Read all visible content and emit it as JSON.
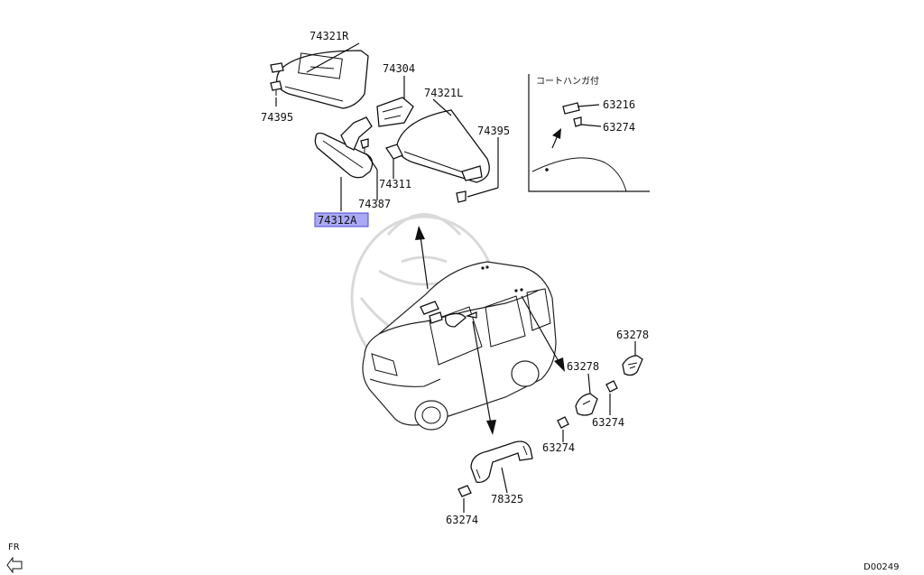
{
  "labels": {
    "p74321R": "74321R",
    "p74304": "74304",
    "p74321L": "74321L",
    "p74395_left": "74395",
    "p74395_right": "74395",
    "p74311": "74311",
    "p74387": "74387",
    "p74312A": "74312A",
    "p63216": "63216",
    "p63274_inset": "63274",
    "p63278_top": "63278",
    "p63278_mid": "63278",
    "p63274_right": "63274",
    "p63274_mid": "63274",
    "p78325": "78325",
    "p63274_bottom": "63274"
  },
  "inset": {
    "title": "コートハンガ付"
  },
  "footer": {
    "direction_label": "FR",
    "diagram_code": "D00249"
  },
  "colors": {
    "highlight": "#a9a9f5",
    "line": "#111111"
  }
}
